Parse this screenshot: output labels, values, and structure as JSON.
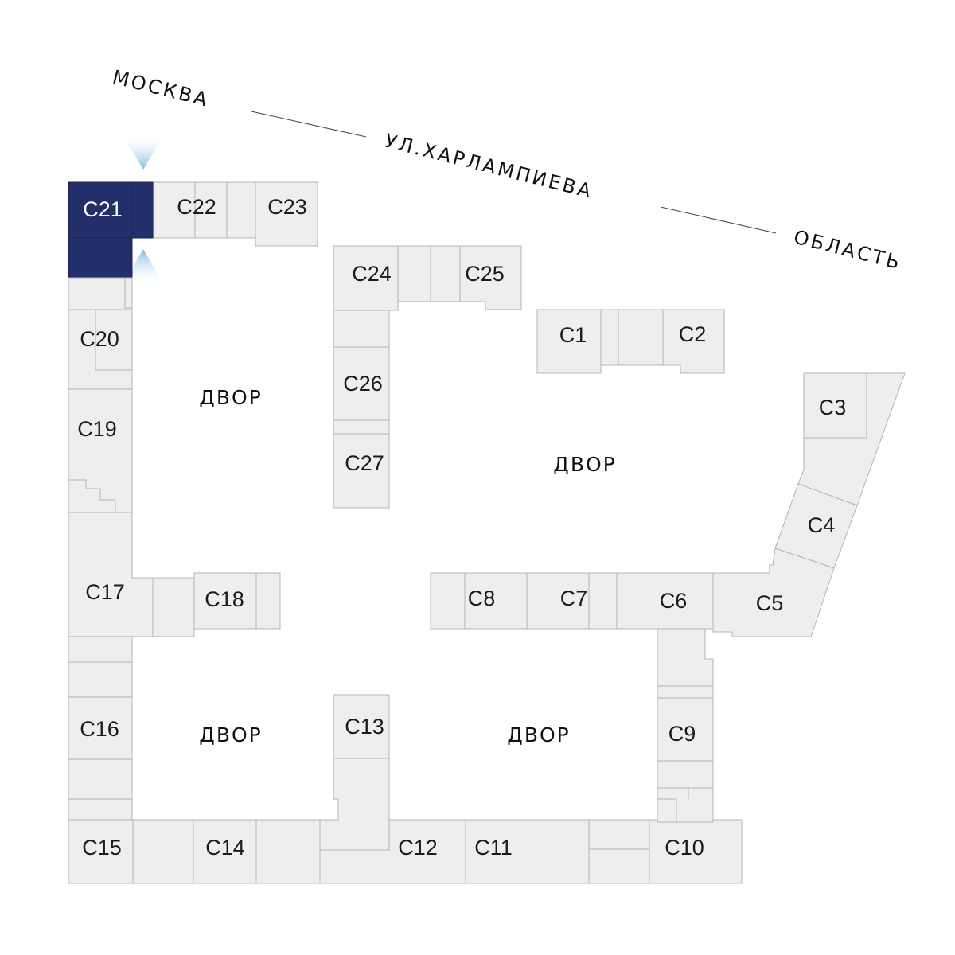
{
  "streets": {
    "moskva": "МОСКВА",
    "kharlampieva": "УЛ.ХАРЛАМПИЕВА",
    "oblast": "ОБЛАСТЬ"
  },
  "courtyards": [
    "ДВОР",
    "ДВОР",
    "ДВОР",
    "ДВОР"
  ],
  "sections": [
    {
      "id": "C1",
      "label": "С1"
    },
    {
      "id": "C2",
      "label": "С2"
    },
    {
      "id": "C3",
      "label": "С3"
    },
    {
      "id": "C4",
      "label": "С4"
    },
    {
      "id": "C5",
      "label": "С5"
    },
    {
      "id": "C6",
      "label": "С6"
    },
    {
      "id": "C7",
      "label": "С7"
    },
    {
      "id": "C8",
      "label": "С8"
    },
    {
      "id": "C9",
      "label": "С9"
    },
    {
      "id": "C10",
      "label": "С10"
    },
    {
      "id": "C11",
      "label": "С11"
    },
    {
      "id": "C12",
      "label": "С12"
    },
    {
      "id": "C13",
      "label": "С13"
    },
    {
      "id": "C14",
      "label": "С14"
    },
    {
      "id": "C15",
      "label": "С15"
    },
    {
      "id": "C16",
      "label": "С16"
    },
    {
      "id": "C17",
      "label": "С17"
    },
    {
      "id": "C18",
      "label": "С18"
    },
    {
      "id": "C19",
      "label": "С19"
    },
    {
      "id": "C20",
      "label": "С20"
    },
    {
      "id": "C21",
      "label": "С21"
    },
    {
      "id": "C22",
      "label": "С22"
    },
    {
      "id": "C23",
      "label": "С23"
    },
    {
      "id": "C24",
      "label": "С24"
    },
    {
      "id": "C25",
      "label": "С25"
    },
    {
      "id": "C26",
      "label": "С26"
    },
    {
      "id": "C27",
      "label": "С27"
    }
  ],
  "selected_section": "C21",
  "colors": {
    "selected": "#232f6b",
    "room_fill": "#eeeeee",
    "room_stroke": "#b4b4b4",
    "entrance_marker": "#8ec3e3"
  }
}
